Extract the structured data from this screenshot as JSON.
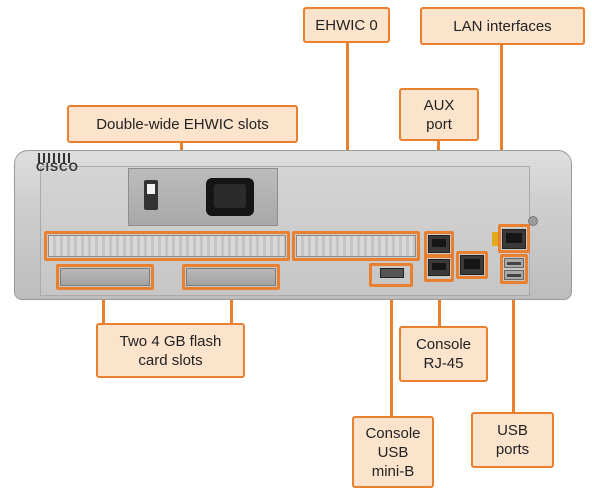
{
  "callouts": {
    "ehwic0": "EHWIC 0",
    "lan": "LAN interfaces",
    "double_wide": "Double-wide EHWIC slots",
    "aux": "AUX\nport",
    "flash": "Two 4 GB flash\ncard slots",
    "console_rj45": "Console\nRJ-45",
    "console_usb": "Console\nUSB\nmini-B",
    "usb_ports": "USB\nports"
  },
  "device": {
    "brand": "CISCO"
  },
  "colors": {
    "highlight": "#e9802f",
    "callout_fill": "#fce3cc"
  }
}
